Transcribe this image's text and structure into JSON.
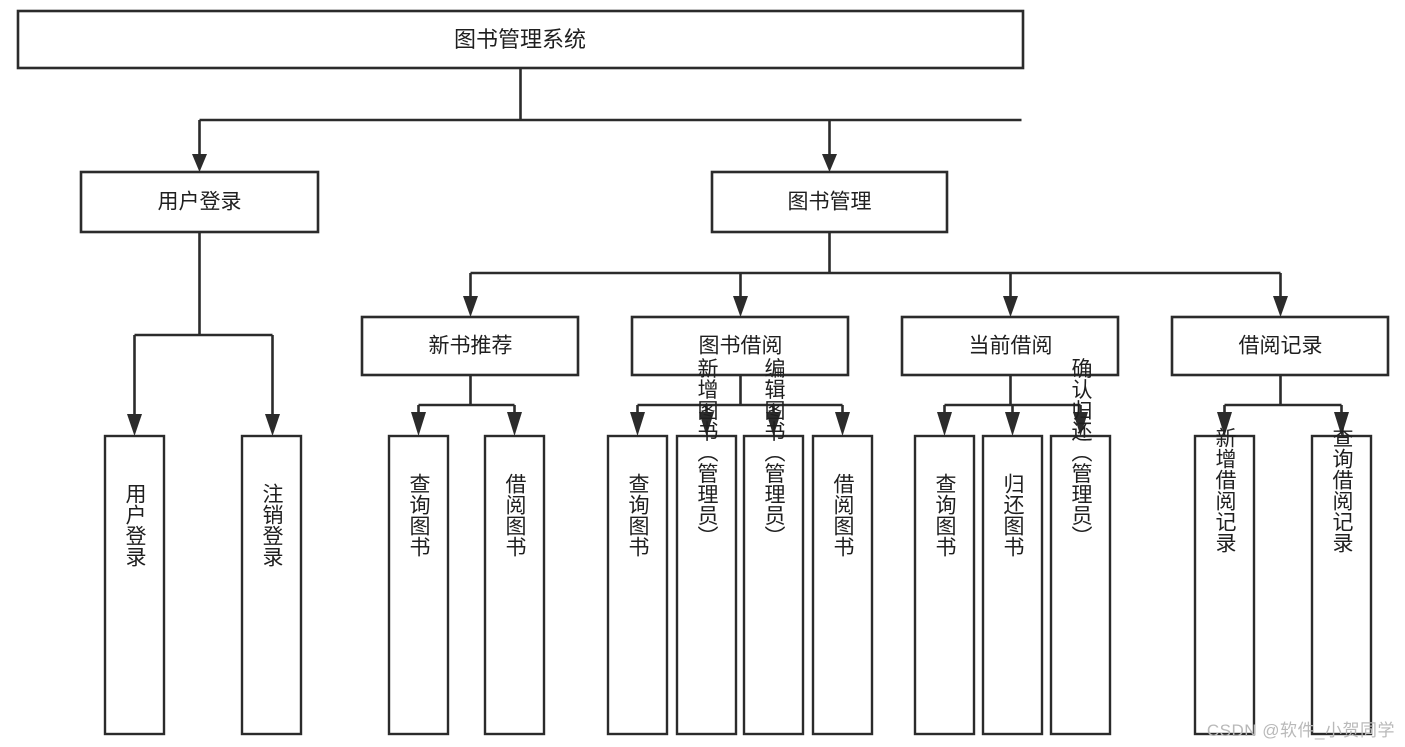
{
  "diagram": {
    "type": "tree-hierarchy-chart",
    "title": "图书管理系统",
    "orientation": "top-down",
    "colors": {
      "box_fill": "#ffffff",
      "box_stroke": "#2b2b2b",
      "text": "#1f1f1f",
      "watermark": "#b9b9b9",
      "background": "#ffffff"
    },
    "root": {
      "label": "图书管理系统"
    },
    "level2": [
      {
        "label": "用户登录"
      },
      {
        "label": "图书管理"
      }
    ],
    "level3": [
      {
        "label": "新书推荐"
      },
      {
        "label": "图书借阅"
      },
      {
        "label": "当前借阅"
      },
      {
        "label": "借阅记录"
      }
    ],
    "leaves": {
      "user_login": [
        {
          "label": "用户登录"
        },
        {
          "label": "注销登录"
        }
      ],
      "new_book_recommend": [
        {
          "label": "查询图书"
        },
        {
          "label": "借阅图书"
        }
      ],
      "book_borrow": [
        {
          "label": "查询图书"
        },
        {
          "label": "新增图书（管理员）"
        },
        {
          "label": "编辑图书（管理员）"
        },
        {
          "label": "借阅图书"
        }
      ],
      "current_borrow": [
        {
          "label": "查询图书"
        },
        {
          "label": "归还图书"
        },
        {
          "label": "确认归还（管理员）"
        }
      ],
      "borrow_record": [
        {
          "label": "新增借阅记录"
        },
        {
          "label": "查询借阅记录"
        }
      ]
    }
  },
  "watermark": {
    "text": "CSDN @软件_小贺同学"
  }
}
